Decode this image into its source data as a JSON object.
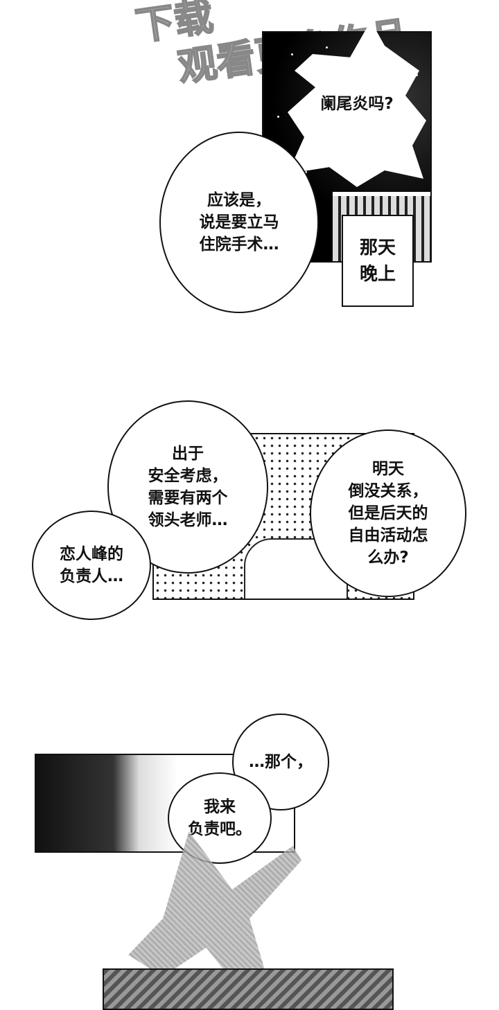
{
  "watermark": {
    "line1": "下载",
    "line2": "观看更多作品"
  },
  "panel1": {
    "burst_text": "阑尾炎吗?",
    "bubble_text": "应该是，\n说是要立马\n住院手术…",
    "caption": "那天\n晚上"
  },
  "panel2": {
    "bubble_left": "出于\n安全考虑，\n需要有两个\n领头老师…",
    "bubble_small": "恋人峰的\n负责人…",
    "bubble_right": "明天\n倒没关系，\n但是后天的\n自由活动怎\n么办?"
  },
  "panel3": {
    "bubble_top": "…那个，",
    "bubble_bottom": "我来\n负责吧。"
  }
}
